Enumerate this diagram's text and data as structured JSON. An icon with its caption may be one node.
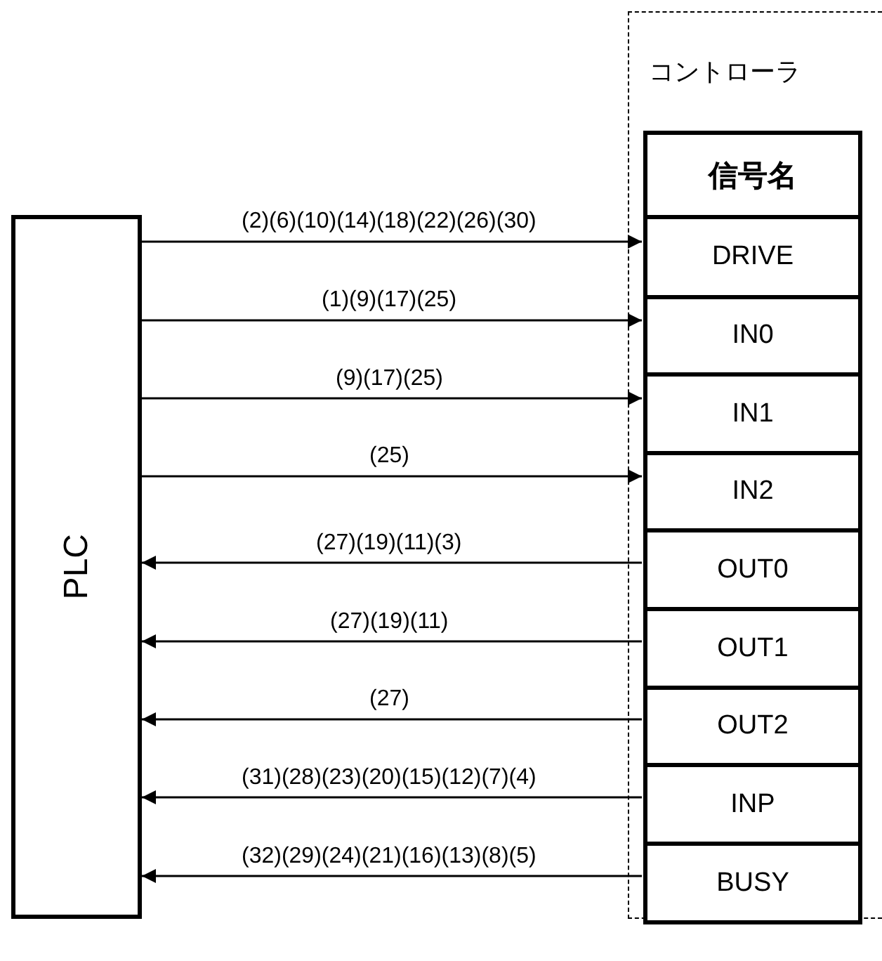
{
  "diagram": {
    "nodes": [
      {
        "text": [
          "PLC"
        ]
      },
      {
        "text": [
          "コントローラ"
        ]
      },
      {
        "text": [
          "信号名"
        ],
        "in": 1
      },
      {
        "text": [
          "DRIVE"
        ],
        "in": 1
      },
      {
        "text": [
          "IN0"
        ],
        "in": 1
      },
      {
        "text": [
          "IN1"
        ],
        "in": 1
      },
      {
        "text": [
          "IN2"
        ],
        "in": 1
      },
      {
        "text": [
          "OUT0"
        ],
        "in": 1
      },
      {
        "text": [
          "OUT1"
        ],
        "in": 1
      },
      {
        "text": [
          "OUT2"
        ],
        "in": 1
      },
      {
        "text": [
          "INP"
        ],
        "in": 1
      },
      {
        "text": [
          "BUSY"
        ],
        "in": 1
      }
    ],
    "edges": [
      {
        "from": 0,
        "to": 3,
        "arrow": "to",
        "label": "(2)(6)(10)(14)(18)(22)(26)(30)"
      },
      {
        "from": 0,
        "to": 4,
        "arrow": "to",
        "label": "(1)(9)(17)(25)"
      },
      {
        "from": 0,
        "to": 5,
        "arrow": "to",
        "label": "(9)(17)(25)"
      },
      {
        "from": 0,
        "to": 6,
        "arrow": "to",
        "label": "(25)"
      },
      {
        "from": 7,
        "to": 0,
        "arrow": "to",
        "label": "(27)(19)(11)(3)"
      },
      {
        "from": 8,
        "to": 0,
        "arrow": "to",
        "label": "(27)(19)(11)"
      },
      {
        "from": 9,
        "to": 0,
        "arrow": "to",
        "label": "(27)"
      },
      {
        "from": 10,
        "to": 0,
        "arrow": "to",
        "label": "(31)(28)(23)(20)(15)(12)(7)(4)"
      },
      {
        "from": 11,
        "to": 0,
        "arrow": "to",
        "label": "(32)(29)(24)(21)(16)(13)(8)(5)"
      }
    ]
  }
}
